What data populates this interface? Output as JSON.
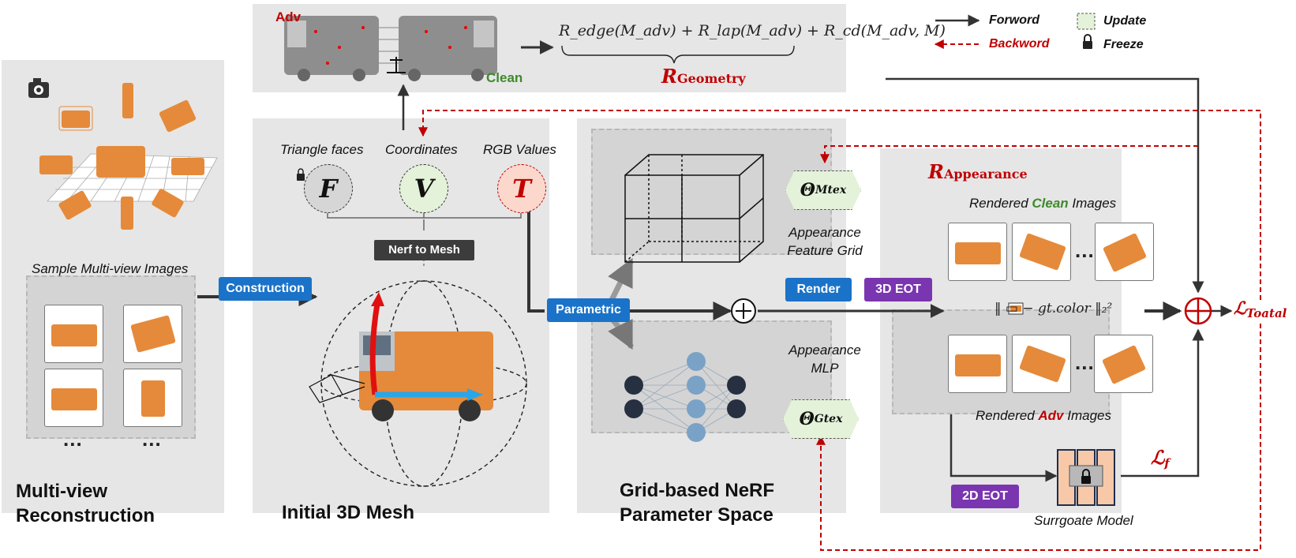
{
  "panels": {
    "multiview": {
      "title_line1": "Multi-view",
      "title_line2": "Reconstruction",
      "caption": "Sample Multi-view Images",
      "dots_left": "...",
      "dots_right": "..."
    },
    "mesh": {
      "title": "Initial 3D Mesh",
      "label_faces": "Triangle faces",
      "label_coords": "Coordinates",
      "label_rgb": "RGB Values",
      "sym_faces": "F",
      "sym_coords": "V",
      "sym_rgb": "T",
      "nerf_to_mesh": "Nerf to Mesh"
    },
    "geometry": {
      "adv_label": "Adv",
      "clean_label": "Clean",
      "formula": "R_edge(M_adv) + R_lap(M_adv) + R_cd(M_adv, M)",
      "reg_main": "R",
      "reg_sub": "Geometry"
    },
    "grid_nerf": {
      "title_line1": "Grid-based NeRF",
      "title_line2": "Parameter Space",
      "feature_grid_line1": "Appearance",
      "feature_grid_line2": "Feature Grid",
      "mlp_line1": "Appearance",
      "mlp_line2": "MLP",
      "theta_m": "Θ",
      "theta_m_sub": "Mtex",
      "theta_g": "Θ",
      "theta_g_sub": "Gtex"
    },
    "appearance": {
      "reg_main": "R",
      "reg_sub": "Appearance",
      "clean_images_pre": "Rendered ",
      "clean_images_word": "Clean",
      "clean_images_post": " Images",
      "adv_images_pre": "Rendered ",
      "adv_images_word": "Adv",
      "adv_images_post": " Images",
      "loss_formula": "‖ ▭ − gt.color ‖₂²",
      "surrogate": "Surrgoate Model",
      "lf_main": "ℒ",
      "lf_sub": "f",
      "dots_clean": "...",
      "dots_adv": "..."
    }
  },
  "buttons": {
    "construction": "Construction",
    "parametric": "Parametric",
    "render": "Render",
    "eot3d": "3D EOT",
    "eot2d": "2D EOT"
  },
  "legend": {
    "forward": "Forword",
    "backward": "Backword",
    "update": "Update",
    "freeze": "Freeze"
  },
  "total_loss": {
    "main": "ℒ",
    "sub": "Toatal"
  },
  "colors": {
    "panel_bg": "#e6e6e6",
    "subpanel_bg": "#d4d4d4",
    "accent_blue": "#1a73c8",
    "accent_purple": "#7a35b0",
    "backward_red": "#c00000",
    "update_green": "#e3f2d9",
    "truck_orange": "#e58a3a"
  }
}
